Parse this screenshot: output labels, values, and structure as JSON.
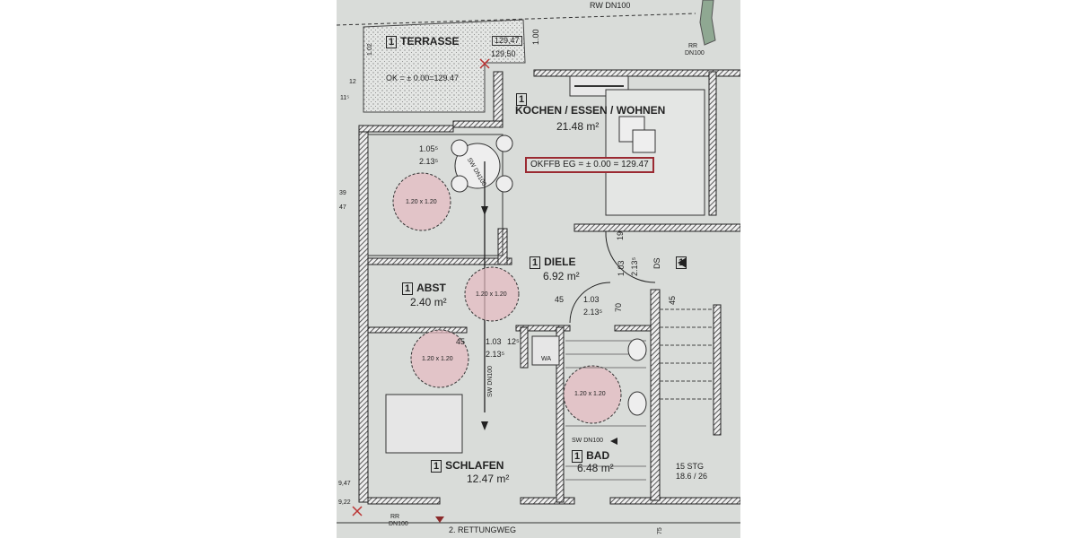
{
  "plan": {
    "top_labels": {
      "rw": "RW DN100",
      "rr_top_1": "RR",
      "rr_top_2": "DN100"
    },
    "terrace": {
      "num": "1",
      "name": "TERRASSE",
      "level_box": "129,47",
      "level_2": "129,50",
      "ok": "OK = ± 0.00=129.47"
    },
    "kitchen": {
      "num": "1",
      "name": "KOCHEN / ESSEN / WOHNEN",
      "area": "21.48 m²"
    },
    "okffb": "OKFFB EG = ± 0.00  = 129.47",
    "diele": {
      "num": "1",
      "name": "DIELE",
      "area": "6.92 m²"
    },
    "abst": {
      "num": "1",
      "name": "ABST",
      "area": "2.40 m²"
    },
    "schlafen": {
      "num": "1",
      "name": "SCHLAFEN",
      "area": "12.47 m²"
    },
    "bad": {
      "num": "1",
      "name": "BAD",
      "area": "6.48 m²"
    },
    "turning_circle": "1.20 x 1.20",
    "ds": {
      "label": "DS",
      "num": "1"
    },
    "pipes": {
      "sw": "SW DN100"
    },
    "wa": "WA",
    "stairs": {
      "line1": "15 STG",
      "line2": "18.6 / 26"
    },
    "bottom": {
      "rr1": "RR",
      "rr2": "DN100",
      "rettungsweg": "2. RETTUNGWEG",
      "dim75": "75"
    },
    "dims": {
      "d100": "1.00",
      "d12": "12",
      "d115": "11⁵",
      "d1055": "1.05⁵",
      "d2135": "2.13⁵",
      "d103": "1.03",
      "d45": "45",
      "d70": "70",
      "d19": "19",
      "d125": "12⁵",
      "l39": "39",
      "l47": "47",
      "l947": "9,47",
      "l922": "9,22",
      "d102": "1.02"
    },
    "colors": {
      "circle_fill": "#e6b9c0",
      "okffb_border": "#9b2a32",
      "paper": "#d9dcd9"
    }
  }
}
